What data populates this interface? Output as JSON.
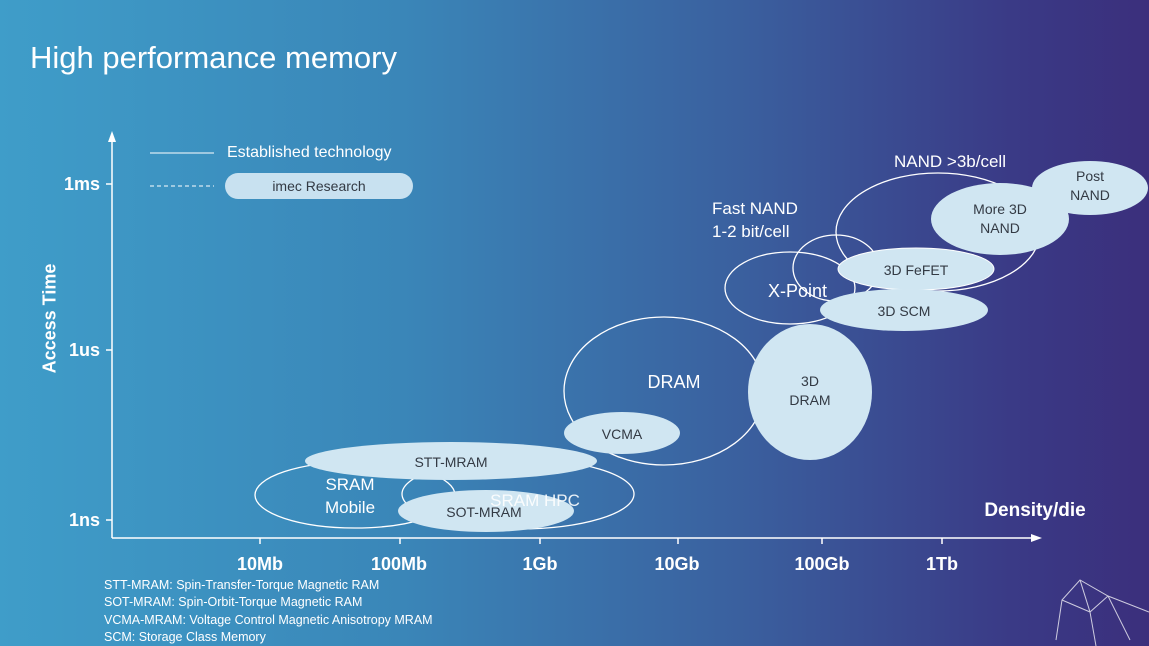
{
  "title": "High performance memory",
  "axes": {
    "y_title": "Access Time",
    "x_title": "Density/die",
    "y_ticks": [
      "1ms",
      "1us",
      "1ns"
    ],
    "x_ticks": [
      "10Mb",
      "100Mb",
      "1Gb",
      "10Gb",
      "100Gb",
      "1Tb"
    ]
  },
  "legend": {
    "established": "Established technology",
    "research": "imec Research"
  },
  "established_labels": {
    "nand_multi": "NAND >3b/cell",
    "fast_nand": "Fast NAND\n1-2 bit/cell",
    "xpoint": "X-Point",
    "dram": "DRAM",
    "sram_mobile": "SRAM\nMobile",
    "sram_hpc": "SRAM HPC"
  },
  "research_labels": {
    "post_nand": "Post\nNAND",
    "more_3d_nand": "More 3D\nNAND",
    "fefet_3d": "3D FeFET",
    "scm_3d": "3D SCM",
    "dram_3d": "3D\nDRAM",
    "vcma": "VCMA",
    "stt_mram": "STT-MRAM",
    "sot_mram": "SOT-MRAM"
  },
  "footnotes": [
    "STT-MRAM: Spin-Transfer-Torque Magnetic RAM",
    "SOT-MRAM: Spin-Orbit-Torque Magnetic RAM",
    "VCMA-MRAM: Voltage Control Magnetic Anisotropy MRAM",
    "SCM: Storage Class Memory"
  ],
  "colors": {
    "research_fill": "#d0e6f2",
    "established_stroke": "#ffffff"
  }
}
